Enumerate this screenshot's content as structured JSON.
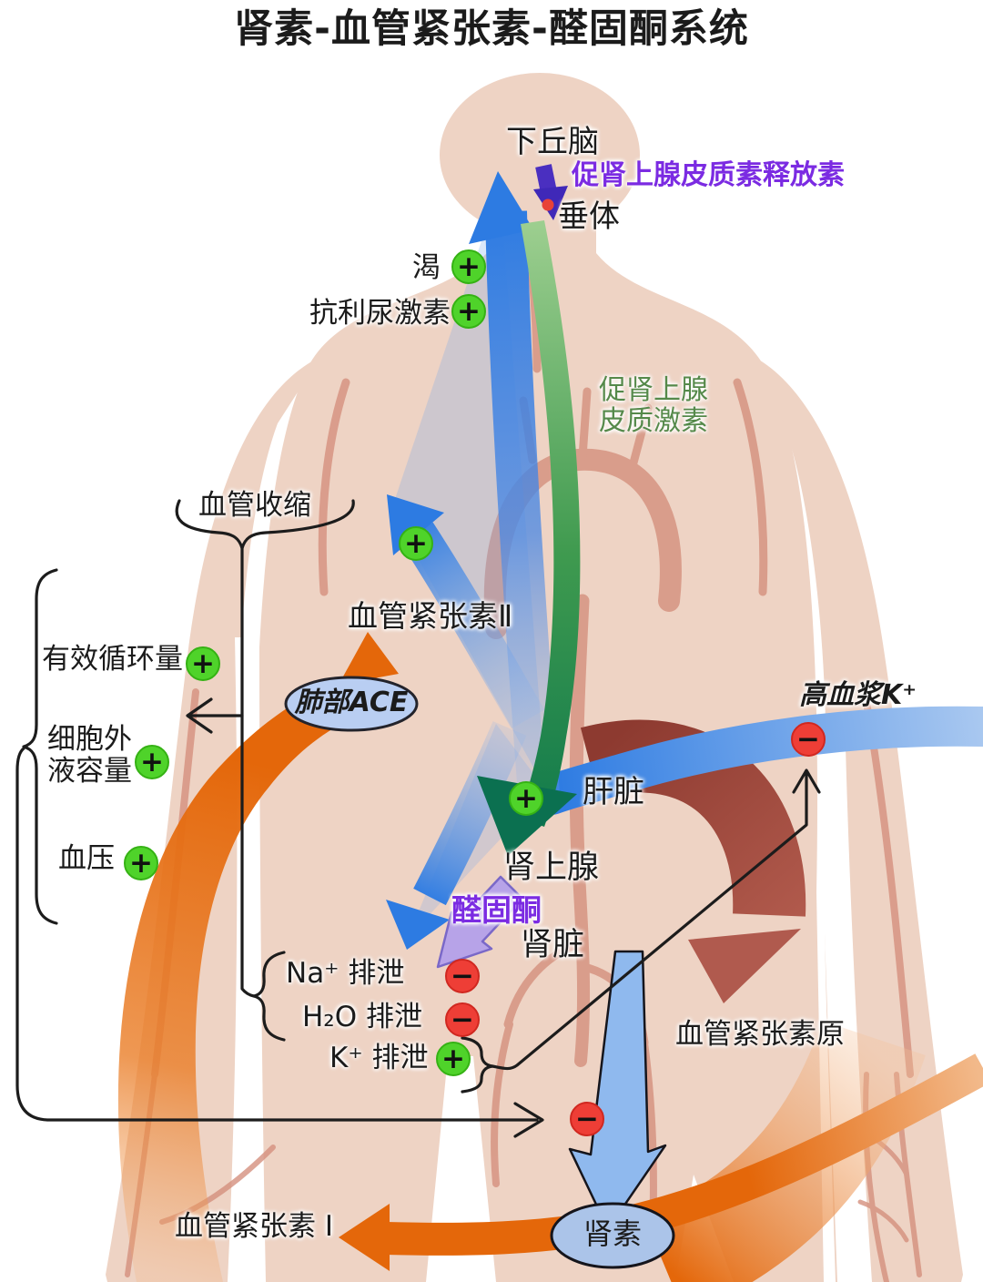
{
  "title": "肾素-血管紧张素-醛固酮系统",
  "markers": {
    "plus": "+",
    "minus": "−"
  },
  "labels": {
    "hypothalamus": "下丘脑",
    "crh": "促肾上腺皮质素释放素",
    "pituitary": "垂体",
    "thirst": "渴",
    "adh": "抗利尿激素",
    "acth": "促肾上腺\n皮质激素",
    "vasoconstriction": "血管收缩",
    "angiotensin2": "血管紧张素Ⅱ",
    "effective_volume": "有效循环量",
    "lung_ace": "肺部ACE",
    "ecf_volume": "细胞外\n液容量",
    "blood_pressure": "血压",
    "plasma_k": "高血浆K⁺",
    "liver": "肝脏",
    "adrenal": "肾上腺",
    "aldosterone": "醛固酮",
    "kidney": "肾脏",
    "na_excretion": "Na⁺ 排泄",
    "h2o_excretion": "H₂O 排泄",
    "k_excretion": "K⁺ 排泄",
    "angiotensinogen": "血管紧张素原",
    "renin": "肾素",
    "angiotensin1": "血管紧张素 Ⅰ"
  },
  "colors": {
    "skin": "#eed3c4",
    "vessel": "#d5907e",
    "blue_arrow": "#2d7be2",
    "green_arrow": "#0c7d4b",
    "orange_arrow": "#e4670a",
    "maroon_arrow": "#9c4438",
    "purple_text": "#7b2be2",
    "green_text": "#55894a",
    "plus_marker": "#4fd32a",
    "minus_marker": "#ee3e36",
    "enzyme_ellipse": "#b9cef2"
  }
}
